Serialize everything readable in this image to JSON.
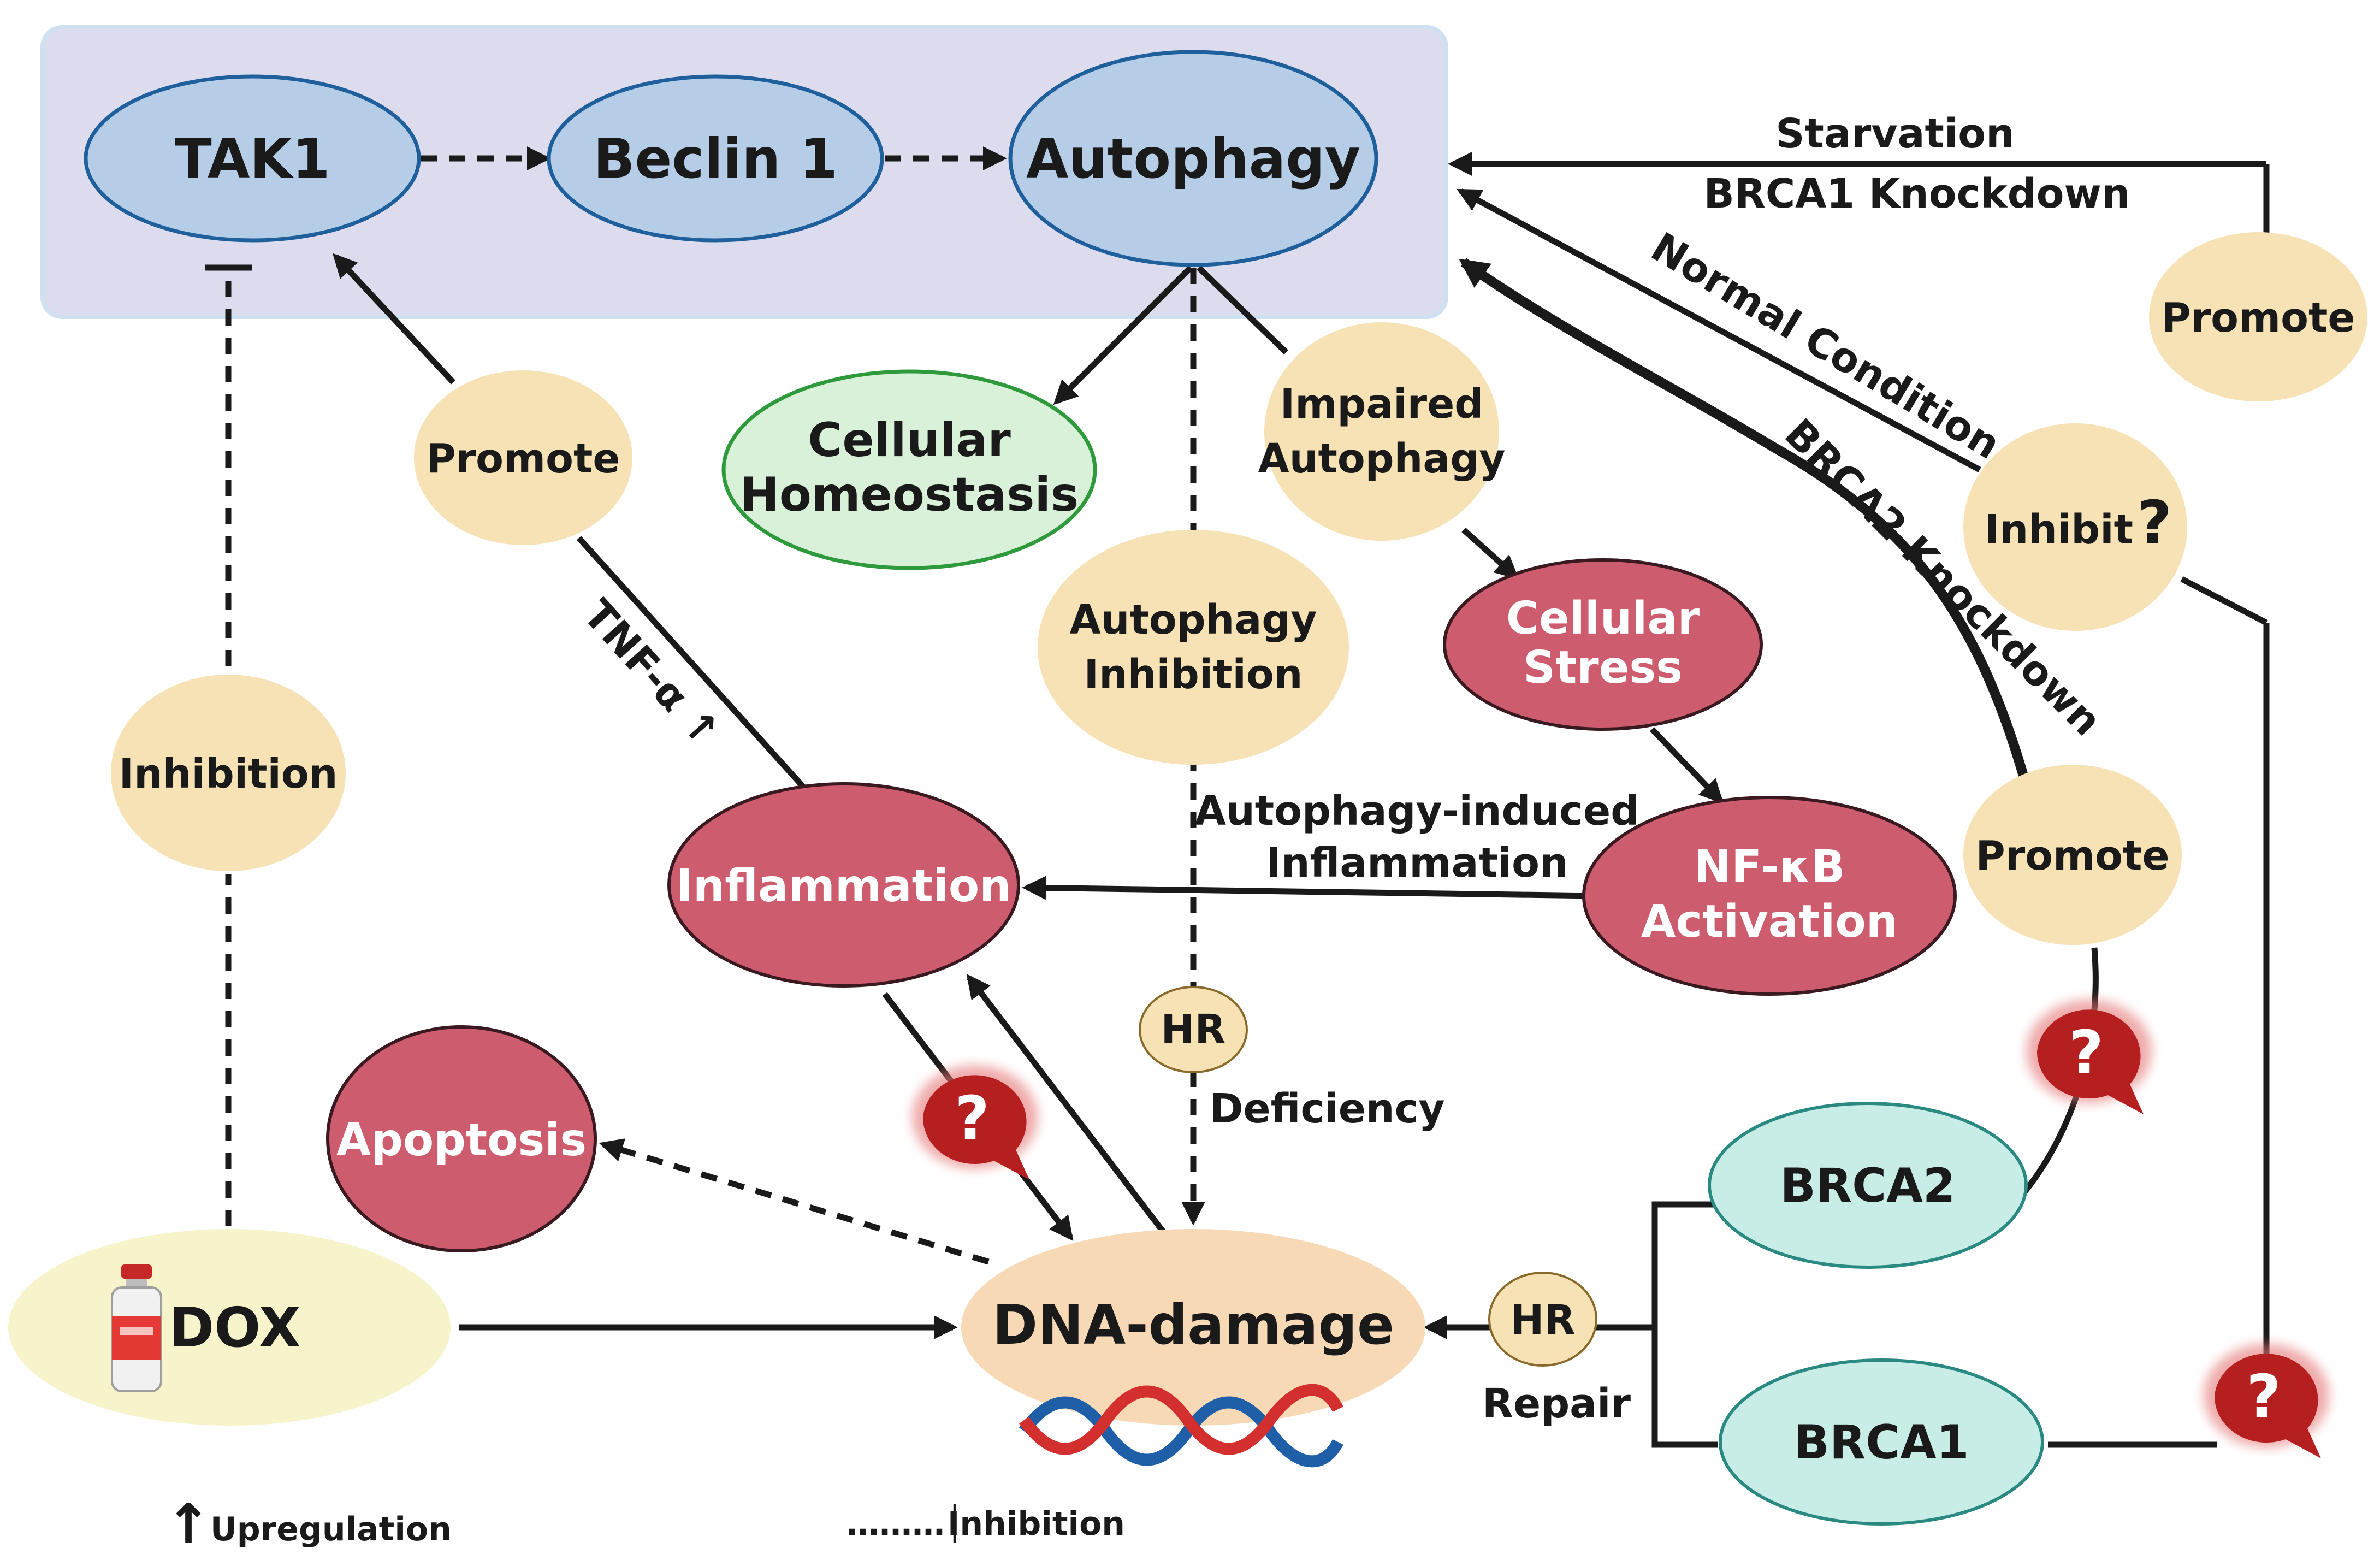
{
  "nodes": {
    "tak1": "TAK1",
    "beclin1": "Beclin 1",
    "autophagy": "Autophagy",
    "cellular_homeostasis": [
      "Cellular",
      "Homeostasis"
    ],
    "impaired_autophagy": [
      "Impaired",
      "Autophagy"
    ],
    "autophagy_inhibition": [
      "Autophagy",
      "Inhibition"
    ],
    "cellular_stress": [
      "Cellular",
      "Stress"
    ],
    "nfkb_activation": [
      "NF-κB",
      "Activation"
    ],
    "inflammation": "Inflammation",
    "apoptosis": "Apoptosis",
    "dox": "DOX",
    "dna_damage": "DNA-damage",
    "brca2": "BRCA2",
    "brca1": "BRCA1",
    "hr_top": "HR",
    "hr_bottom": "HR",
    "promote_left": "Promote",
    "promote_right_top": "Promote",
    "promote_right_mid": "Promote",
    "inhibit_q": "Inhibit",
    "inhibit_q_mark": "?",
    "inhibition_left": "Inhibition",
    "question_mark": "?"
  },
  "edge_labels": {
    "starvation": "Starvation",
    "brca1_knockdown": "BRCA1 Knockdown",
    "normal_condition": "Normal Condition",
    "brca2_knockdown": "BRCA2 Knockdown",
    "tnf_alpha": "TNF-α ↑",
    "autophagy_induced": [
      "Autophagy-induced",
      "Inflammation"
    ],
    "deficiency": "Deficiency",
    "repair": "Repair"
  },
  "legend": {
    "up_arrow": "↑",
    "upregulation": "Upregulation",
    "inhibition_symbol": "………│",
    "inhibition": "Inhibition"
  },
  "colors": {
    "panel": "#dcdcee",
    "blue_node": "#b6cde8",
    "green_node": "#d8f1d8",
    "tan_node": "#f6e2b4",
    "red_node": "#cd5d6e",
    "teal_node": "#c8ede6",
    "dox_node": "#f7f4cc",
    "dna_node": "#f7d9b6",
    "question": "#b51f1f"
  }
}
